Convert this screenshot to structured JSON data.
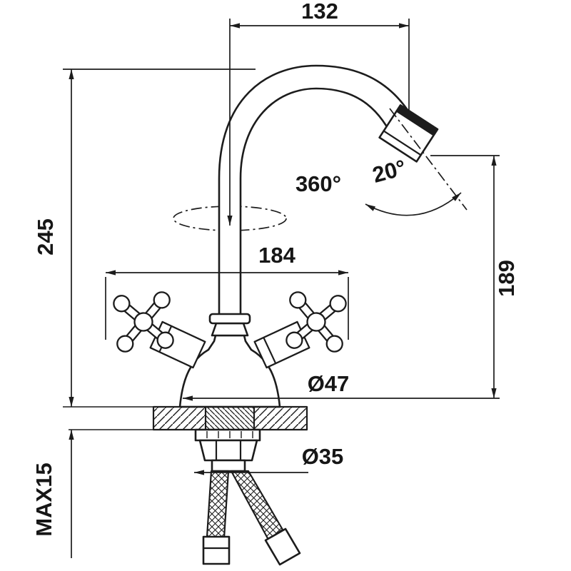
{
  "diagram": {
    "type": "technical-drawing",
    "subject": "kitchen mixer faucet with swivel gooseneck spout - installation dimensions",
    "background_color": "#ffffff",
    "line_color": "#1c1c1c",
    "labels": {
      "spout_reach": "132",
      "total_height": "245",
      "handle_span": "184",
      "spout_height": "189",
      "swivel_angle": "360°",
      "tilt_angle": "20°",
      "base_diameter": "Ø47",
      "shank_diameter": "Ø35",
      "max_counter_thickness": "MAX15"
    }
  }
}
